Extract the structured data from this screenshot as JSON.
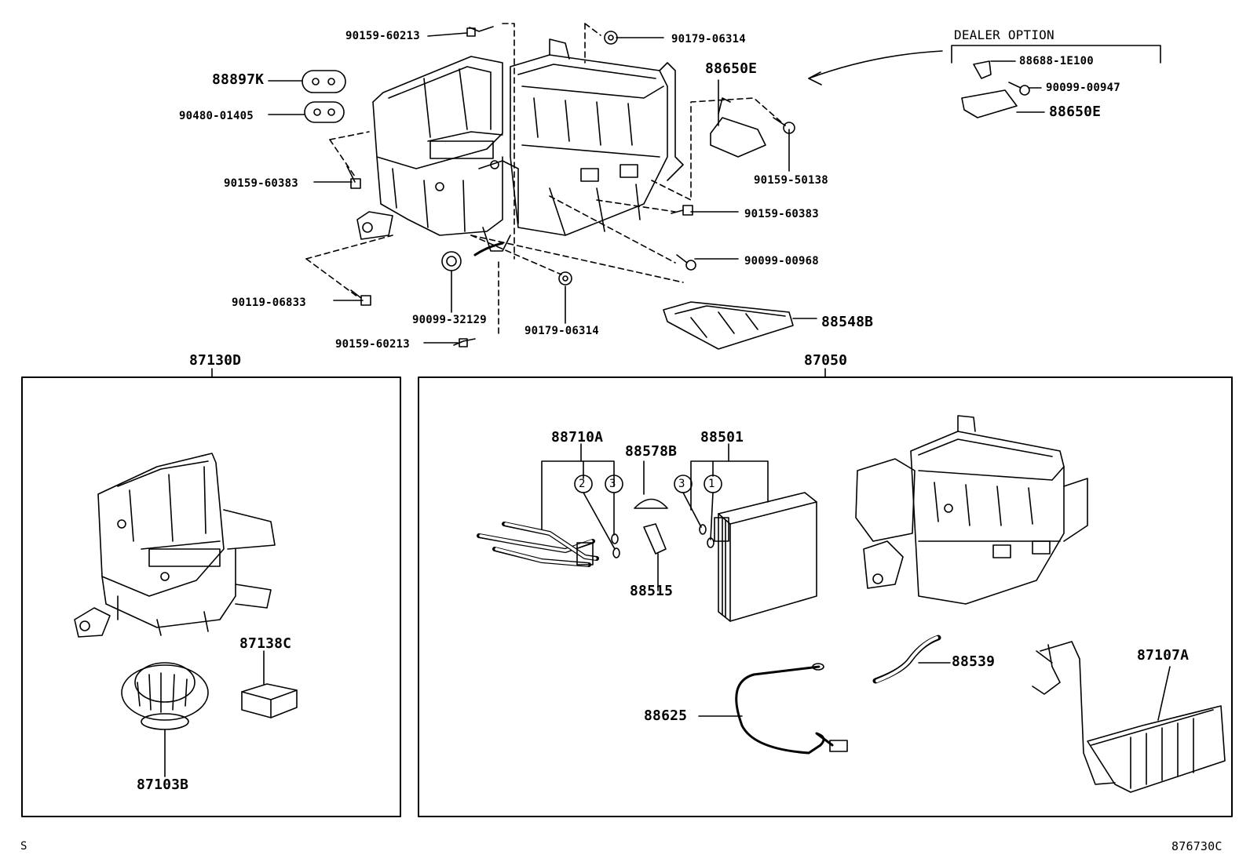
{
  "dealer_option": {
    "title": "DEALER OPTION",
    "part_a": "88688-1E100",
    "part_b": "90099-00947",
    "part_c": "88650E"
  },
  "callouts_top": {
    "p_90159_60213_top": "90159-60213",
    "p_90179_06314_top": "90179-06314",
    "p_88897K": "88897K",
    "p_90480_01405": "90480-01405",
    "p_88650E": "88650E",
    "p_90159_50138": "90159-50138",
    "p_90159_60383_left": "90159-60383",
    "p_90159_60383_right": "90159-60383",
    "p_90099_00968": "90099-00968",
    "p_90119_06833": "90119-06833",
    "p_90099_32129": "90099-32129",
    "p_90179_06314_bottom": "90179-06314",
    "p_88548B": "88548B",
    "p_90159_60213_bottom": "90159-60213"
  },
  "box_left": {
    "title": "87130D",
    "p_87138C": "87138C",
    "p_87103B": "87103B"
  },
  "box_right": {
    "title": "87050",
    "p_88710A": "88710A",
    "p_88578B": "88578B",
    "p_88501": "88501",
    "p_88515": "88515",
    "p_88539": "88539",
    "p_88625": "88625",
    "p_87107A": "87107A",
    "circle_2": "2",
    "circle_3a": "3",
    "circle_3b": "3",
    "circle_1": "1"
  },
  "footer": {
    "left_mark": "S",
    "diagram_no": "876730C"
  }
}
